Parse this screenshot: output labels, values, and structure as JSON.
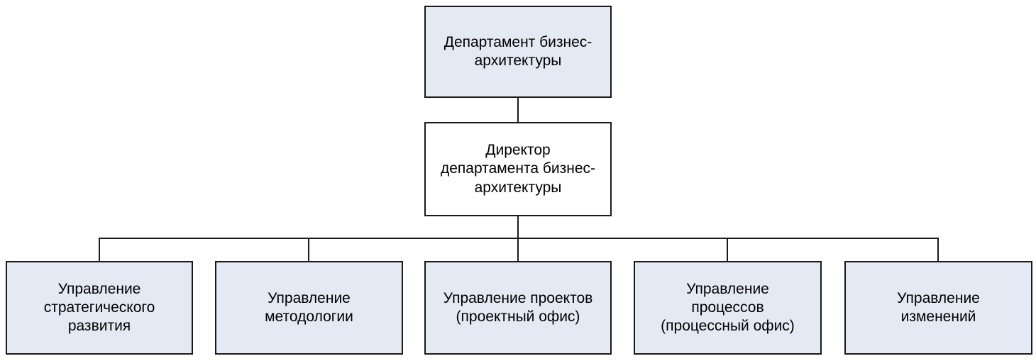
{
  "diagram_type": "org-chart",
  "colors": {
    "node_fill": "#e4eaf4",
    "director_fill": "#ffffff",
    "node_border": "#1a1a1a",
    "connector": "#1a1a1a",
    "text": "#000000"
  },
  "nodes": {
    "department": {
      "label": "Департамент бизнес-\nархитектуры"
    },
    "director": {
      "label": "Директор\nдепартамента бизнес-\nархитектуры"
    },
    "strategy": {
      "label": "Управление\nстратегического\nразвития"
    },
    "methodology": {
      "label": "Управление\nметодологии"
    },
    "projects": {
      "label": "Управление проектов\n(проектный офис)"
    },
    "processes": {
      "label": "Управление\nпроцессов\n(процессный офис)"
    },
    "changes": {
      "label": "Управление\nизменений"
    }
  },
  "hierarchy": {
    "root": "department",
    "root_child": "director",
    "director_children": [
      "strategy",
      "methodology",
      "projects",
      "processes",
      "changes"
    ]
  }
}
